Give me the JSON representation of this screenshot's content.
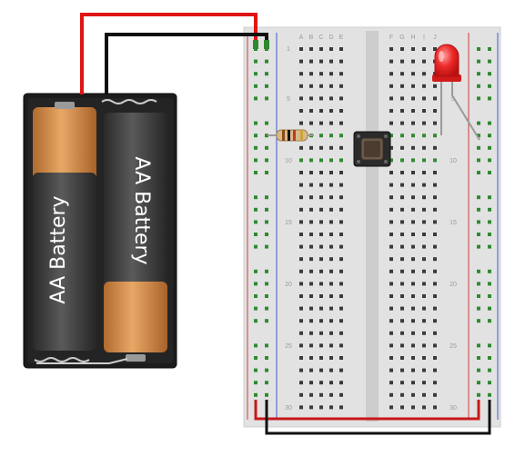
{
  "battery_pack": {
    "cell_left_label": "AA Battery",
    "cell_right_label": "AA Battery",
    "colors": {
      "holder": "#1e1e1e",
      "cell_dark": "#3b3b3b",
      "cell_copper": "#d08a4a"
    }
  },
  "breadboard": {
    "column_letters_left": [
      "A",
      "B",
      "C",
      "D",
      "E"
    ],
    "column_letters_right": [
      "F",
      "G",
      "H",
      "I",
      "J"
    ],
    "row_numbers": [
      "1",
      "5",
      "10",
      "15",
      "20",
      "25",
      "30"
    ],
    "colors": {
      "board": "#e4e4e4",
      "rail_positive": "#d23b3b",
      "rail_negative": "#3b5bd2",
      "hole": "#3a3a3a",
      "used_hole": "#2f8a2f"
    }
  },
  "components": {
    "resistor": {
      "icon": "resistor-icon"
    },
    "pushbutton": {
      "icon": "tactile-switch-icon"
    },
    "led": {
      "icon": "led-icon",
      "color": "#e8201e"
    }
  },
  "wires": {
    "positive_color": "#e01414",
    "negative_color": "#111111"
  }
}
